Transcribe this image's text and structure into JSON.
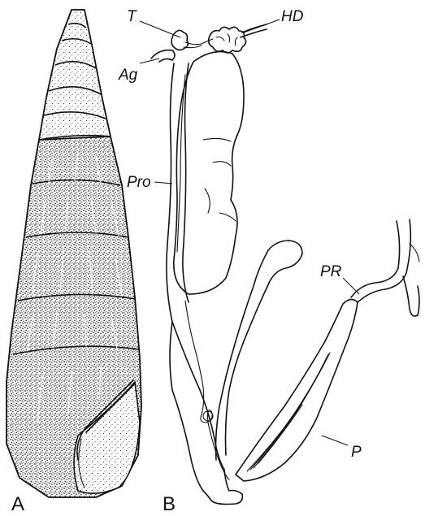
{
  "figure": {
    "panel_labels": {
      "a": "A",
      "b": "B"
    },
    "structure_labels": {
      "t": "T",
      "hd": "HD",
      "ag": "Ag",
      "pro": "Pro",
      "pr": "PR",
      "p": "P"
    }
  }
}
